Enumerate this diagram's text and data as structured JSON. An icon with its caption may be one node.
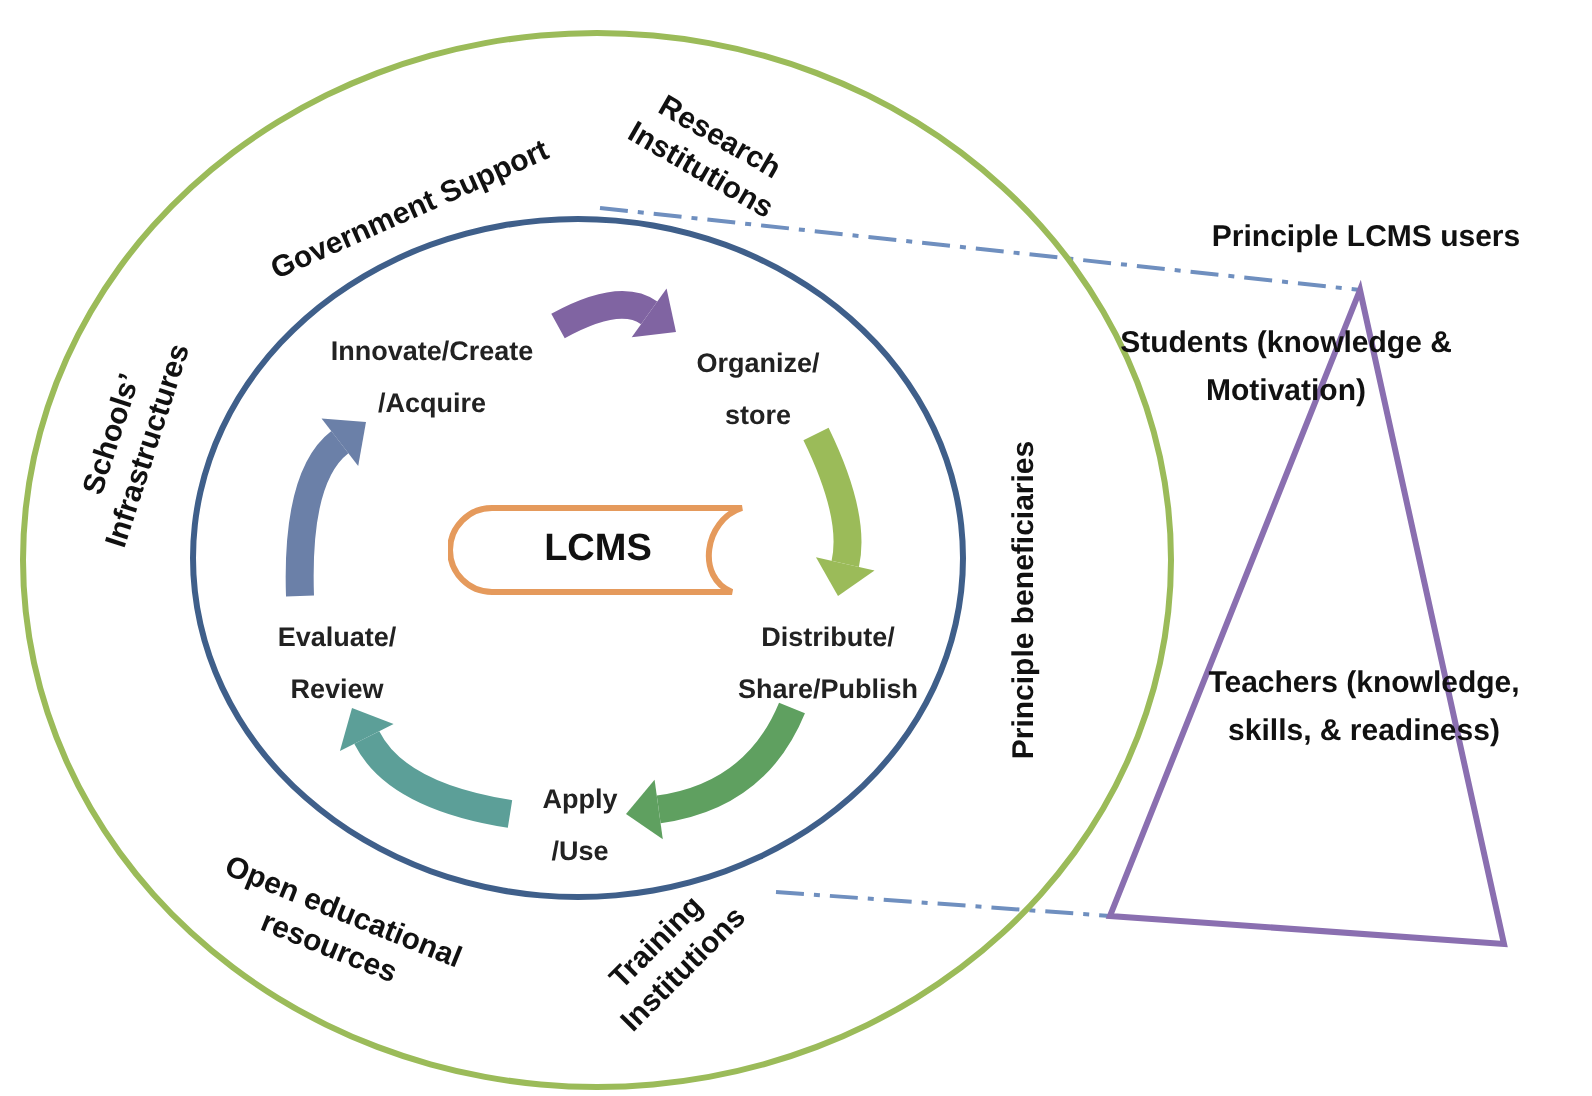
{
  "diagram": {
    "nodes": [
      {
        "text": [
          "Government Support",
          "Research Institutions",
          "Schools’ Infrastructures",
          "Principle beneficiaries",
          "Open educational resources",
          "Training Institutions"
        ]
      },
      {
        "text": [],
        "shape": "circle",
        "in": 0
      },
      {
        "text": [
          "LCMS"
        ],
        "in": 1
      },
      {
        "text": [
          "Innovate/Create /Acquire"
        ],
        "in": 1
      },
      {
        "text": [
          "Organize/ store"
        ],
        "in": 1
      },
      {
        "text": [
          "Distribute/ Share/Publish"
        ],
        "in": 1
      },
      {
        "text": [
          "Apply /Use"
        ],
        "in": 1
      },
      {
        "text": [
          "Evaluate/ Review"
        ],
        "in": 1
      },
      {
        "text": [
          "Principle LCMS users",
          "Students (knowledge & Motivation)",
          "Teachers (knowledge, skills, & readiness)"
        ]
      }
    ],
    "edges": [
      {
        "from": 3,
        "to": 4,
        "arrow": "to",
        "color": "#8064a2"
      },
      {
        "from": 4,
        "to": 5,
        "arrow": "to",
        "color": "#9bbb59"
      },
      {
        "from": 5,
        "to": 6,
        "arrow": "to",
        "color": "#5fa060"
      },
      {
        "from": 6,
        "to": 7,
        "arrow": "to",
        "color": "#5c9f98"
      },
      {
        "from": 7,
        "to": 3,
        "arrow": "to",
        "color": "#6b80a8"
      },
      {
        "from": 1,
        "to": 8,
        "arrow": "none",
        "style": "dashed",
        "color": "#6f8fbf"
      },
      {
        "from": 1,
        "to": 8,
        "arrow": "none",
        "style": "dashed",
        "color": "#6f8fbf"
      }
    ]
  }
}
